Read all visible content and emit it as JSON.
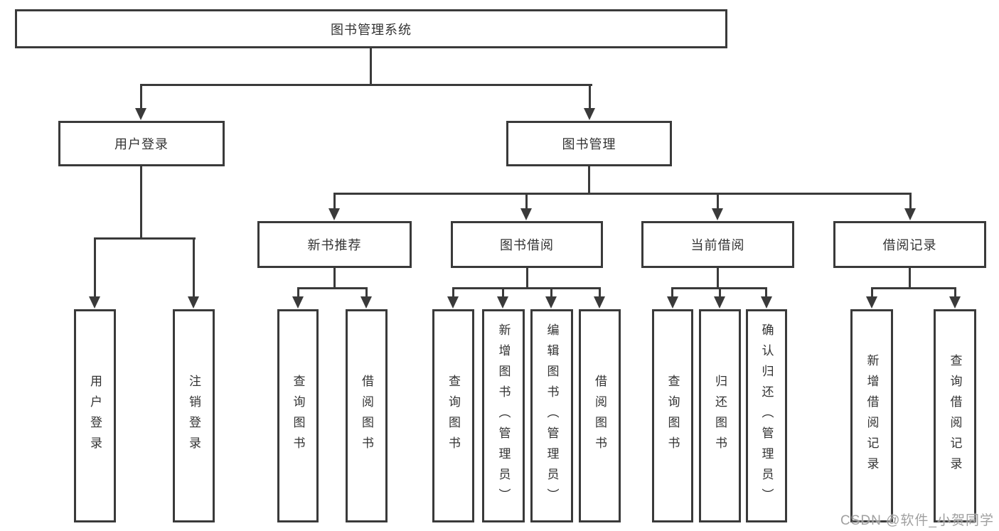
{
  "diagram": {
    "type": "tree",
    "nodes": {
      "root": "图书管理系统",
      "user_login_branch": "用户登录",
      "book_management_branch": "图书管理",
      "new_book_recommend": "新书推荐",
      "book_borrowing": "图书借阅",
      "current_borrowing": "当前借阅",
      "borrowing_records": "借阅记录"
    },
    "leaves": {
      "user_login": "用户登录",
      "logout_login": "注销登录",
      "newrec_query_books": "查询图书",
      "newrec_borrow_books": "借阅图书",
      "borrow_query_books": "查询图书",
      "borrow_add_books_admin": "新增图书（管理员）",
      "borrow_edit_books_admin": "编辑图书（管理员）",
      "borrow_borrow_books": "借阅图书",
      "current_query_books": "查询图书",
      "current_return_books": "归还图书",
      "current_confirm_return_admin": "确认归还（管理员）",
      "records_add_record": "新增借阅记录",
      "records_query_record": "查询借阅记录"
    },
    "hierarchy": {
      "图书管理系统": [
        "用户登录",
        "图书管理"
      ],
      "用户登录": [
        "用户登录",
        "注销登录"
      ],
      "图书管理": [
        "新书推荐",
        "图书借阅",
        "当前借阅",
        "借阅记录"
      ],
      "新书推荐": [
        "查询图书",
        "借阅图书"
      ],
      "图书借阅": [
        "查询图书",
        "新增图书（管理员）",
        "编辑图书（管理员）",
        "借阅图书"
      ],
      "当前借阅": [
        "查询图书",
        "归还图书",
        "确认归还（管理员）"
      ],
      "借阅记录": [
        "新增借阅记录",
        "查询借阅记录"
      ]
    },
    "colors": {
      "line": "#3a3a3a",
      "text": "#333333",
      "background": "#ffffff",
      "watermark": "#969696"
    }
  },
  "watermark": "CSDN @软件_小贺同学"
}
